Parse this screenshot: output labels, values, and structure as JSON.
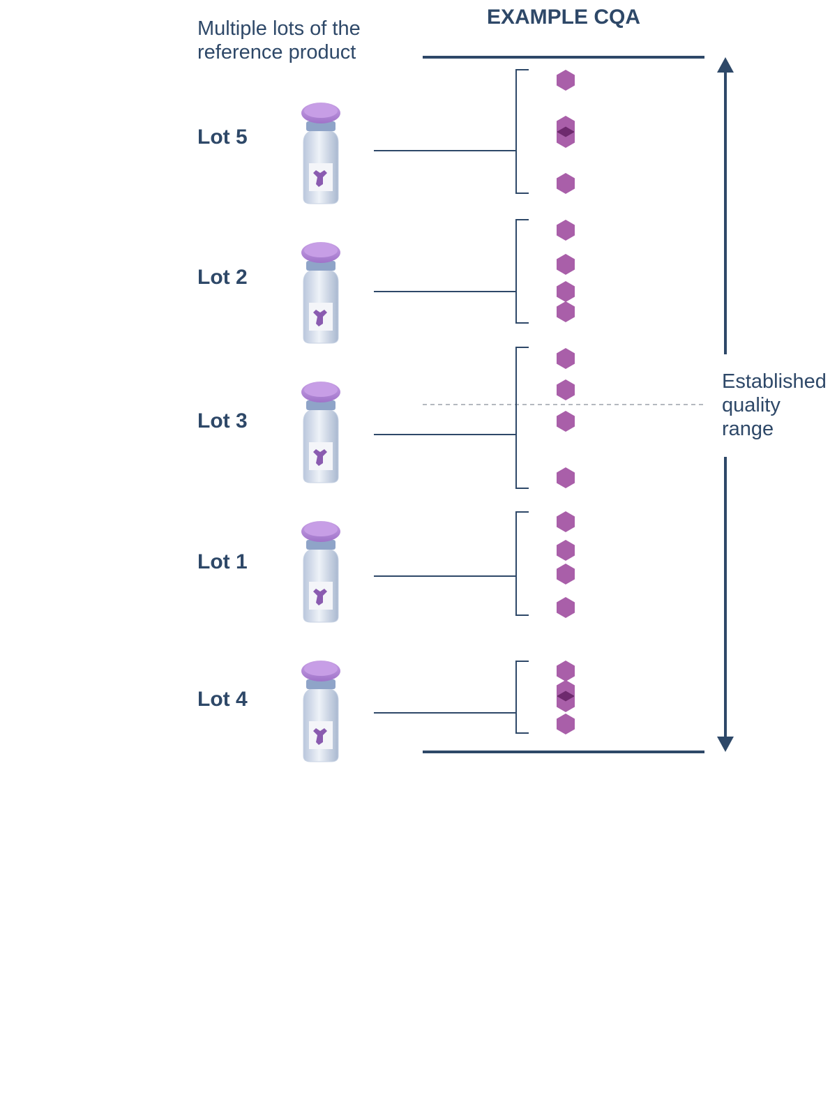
{
  "header": {
    "line1": "Multiple lots of the",
    "line2": "reference product",
    "cqa_title": "EXAMPLE CQA"
  },
  "range_label": {
    "line1": "Established",
    "line2": "quality",
    "line3": "range"
  },
  "lots": [
    {
      "label": "Lot 5"
    },
    {
      "label": "Lot 2"
    },
    {
      "label": "Lot 3"
    },
    {
      "label": "Lot 1"
    },
    {
      "label": "Lot 4"
    }
  ],
  "colors": {
    "navy": "#2e4868",
    "marker": "#a95fa9",
    "marker_overlap": "#6e2a6e",
    "cap": "#b58ad8",
    "dashed_line": "#b4b8bf"
  }
}
